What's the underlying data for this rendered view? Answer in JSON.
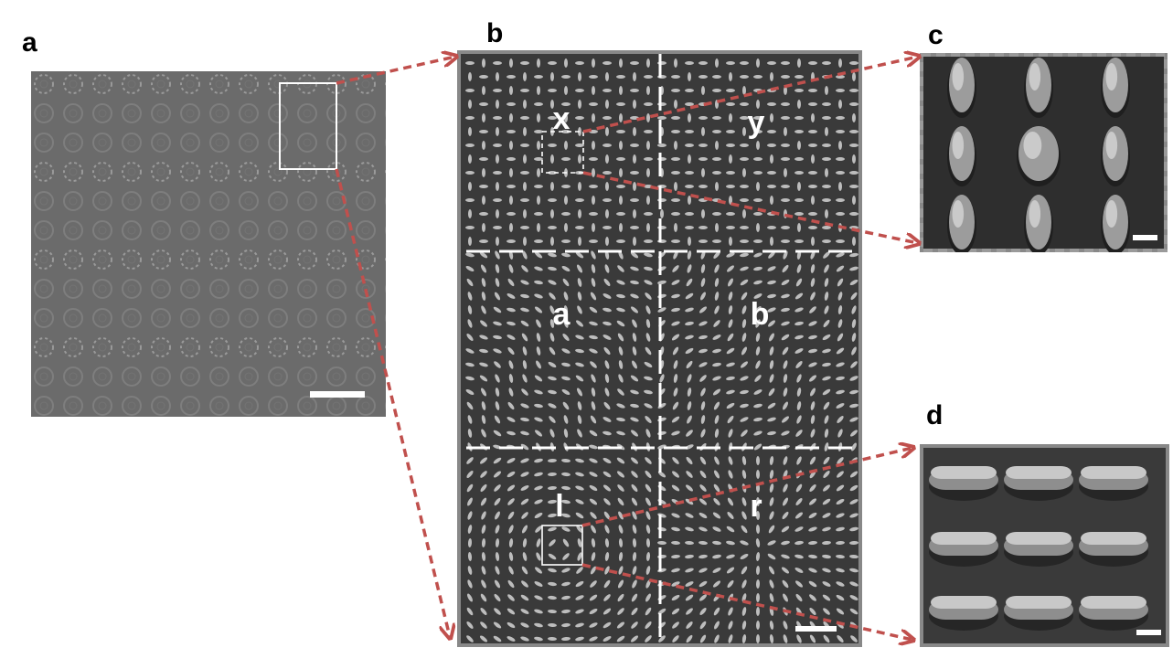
{
  "figure": {
    "panels": [
      {
        "letter": "a",
        "kind": "optical micrograph"
      },
      {
        "letter": "b",
        "kind": "SEM overview of metasurface",
        "region_labels": [
          "x",
          "y",
          "a",
          "b",
          "l",
          "r"
        ]
      },
      {
        "letter": "c",
        "kind": "SEM close-up (tilted view)"
      },
      {
        "letter": "d",
        "kind": "SEM close-up (tilted view)"
      }
    ],
    "colors": {
      "arrow": "#c0504d",
      "frame_gray": "#888888",
      "scale_bar": "#ffffff",
      "micrograph_bg": "#6b6b6b",
      "sem_bg": "#3a3a3a",
      "pillar": "#bdbdbd"
    }
  }
}
